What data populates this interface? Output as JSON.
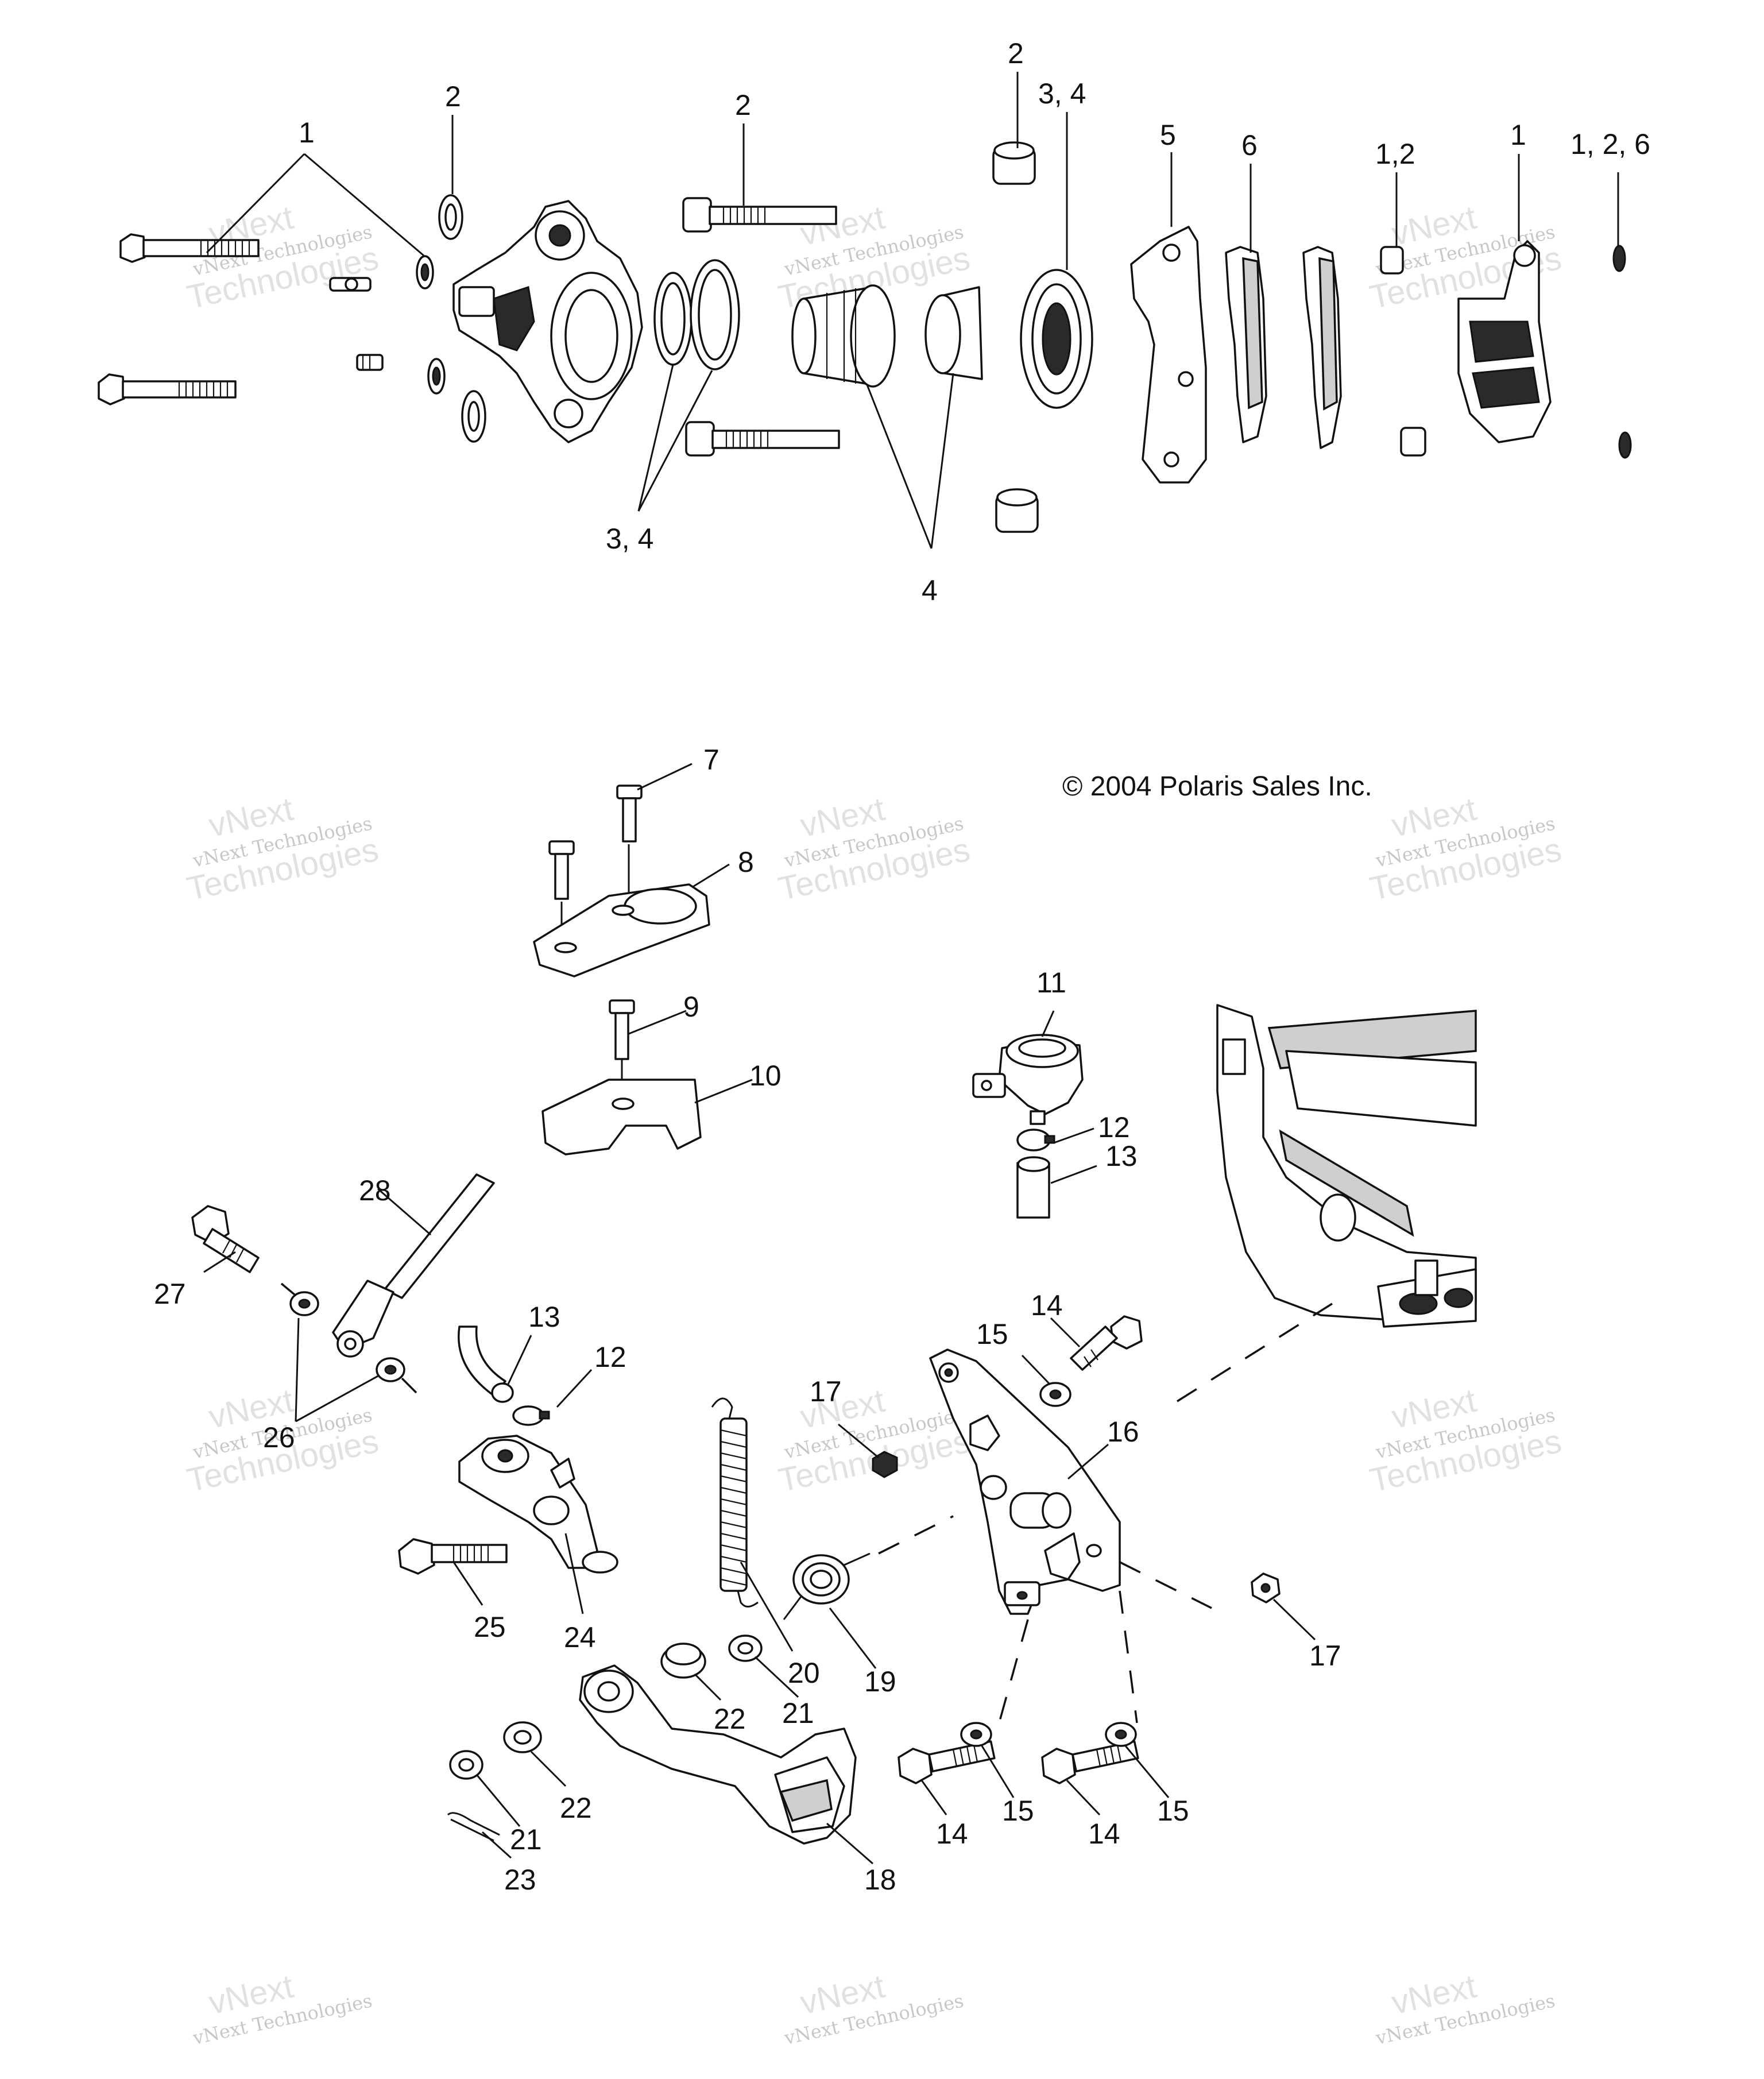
{
  "copyright": "© 2004 Polaris Sales Inc.",
  "watermark": {
    "line1": "vNext",
    "line2": "vNext Technologies",
    "line3": "Technologies"
  },
  "callouts": {
    "c_1a": "1",
    "c_2a": "2",
    "c_2b": "2",
    "c_2c": "2",
    "c_34a": "3, 4",
    "c_5": "5",
    "c_6": "6",
    "c_12a": "1,2",
    "c_1b": "1",
    "c_126": "1, 2, 6",
    "c_34b": "3, 4",
    "c_4": "4",
    "c_7": "7",
    "c_8": "8",
    "c_9": "9",
    "c_10": "10",
    "c_11": "11",
    "c_12b": "12",
    "c_13a": "13",
    "c_28": "28",
    "c_27": "27",
    "c_13b": "13",
    "c_12c": "12",
    "c_26": "26",
    "c_14a": "14",
    "c_15a": "15",
    "c_17a": "17",
    "c_16": "16",
    "c_25": "25",
    "c_24": "24",
    "c_20": "20",
    "c_19": "19",
    "c_17b": "17",
    "c_22a": "22",
    "c_21a": "21",
    "c_22b": "22",
    "c_21b": "21",
    "c_23": "23",
    "c_18": "18",
    "c_14b": "14",
    "c_15b": "15",
    "c_14c": "14",
    "c_15c": "15"
  }
}
